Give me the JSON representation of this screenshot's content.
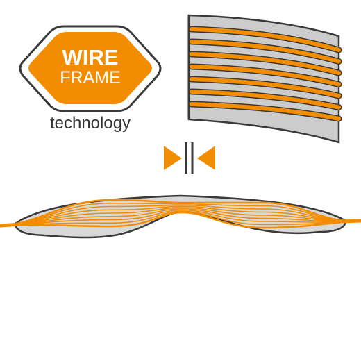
{
  "logo": {
    "line1": "WIRE",
    "line2": "FRAME",
    "tagline": "technology"
  },
  "colors": {
    "wire_orange": "#f28c00",
    "frame_gray": "#cccccc",
    "outline_dark": "#3a3a3a",
    "badge_text": "#ffffff",
    "tagline_text": "#333333"
  },
  "icons": {
    "compress_indicator": "compress-arrows-icon"
  },
  "diagram": {
    "panel_wire_count": 7,
    "profile_wire_count": 9
  }
}
